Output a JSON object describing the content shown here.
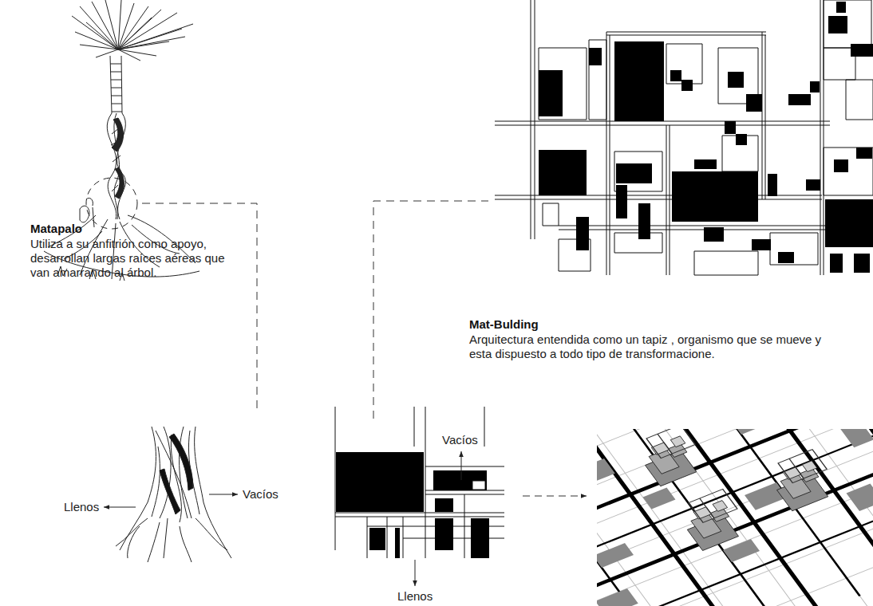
{
  "diagram": {
    "labels": [
      "Matapalo",
      "Utiliza a su anfitrión como apoyo, desarrollan largas raíces aéreas que van amarrando al árbol.",
      "Mat-Bulding",
      "Arquitectura entendida como un tapiz , organismo que se mueve y esta dispuesto a todo tipo de transformacione.",
      "Vacíos",
      "Llenos",
      "Vacíos",
      "Llenos"
    ]
  }
}
